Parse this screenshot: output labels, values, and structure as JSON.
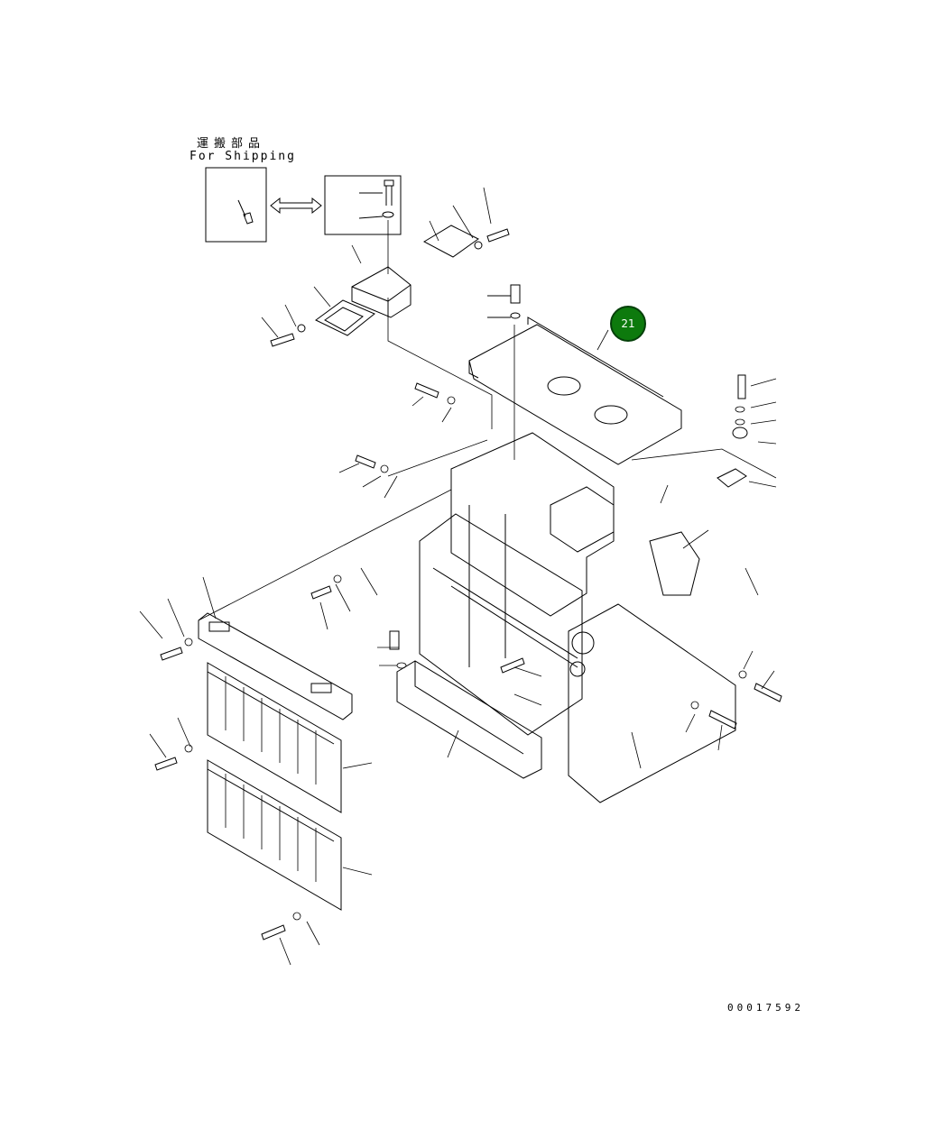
{
  "diagram": {
    "shipping_label_jp": "運搬部品",
    "shipping_label_en": "For Shipping",
    "callout_number": "21",
    "callout_color": "#0d7a0d",
    "drawing_number": "00017592"
  }
}
